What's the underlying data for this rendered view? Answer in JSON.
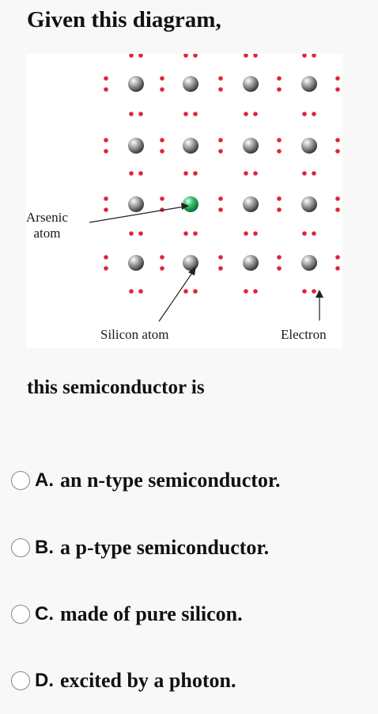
{
  "question": {
    "intro": "Given this diagram,",
    "continuation": "this semiconductor is"
  },
  "figure": {
    "label_arsenic_line1": "Arsenic",
    "label_arsenic_line2": "atom",
    "label_silicon": "Silicon atom",
    "label_electron": "Electron",
    "colors": {
      "electron": "#e0243b",
      "silicon_atom": "#8a8a8a",
      "arsenic_atom": "#2db36a"
    }
  },
  "options": [
    {
      "letter": "A.",
      "text": "an n-type semiconductor."
    },
    {
      "letter": "B.",
      "text": "a p-type semiconductor."
    },
    {
      "letter": "C.",
      "text": "made of pure silicon."
    },
    {
      "letter": "D.",
      "text": "excited by a photon."
    }
  ]
}
